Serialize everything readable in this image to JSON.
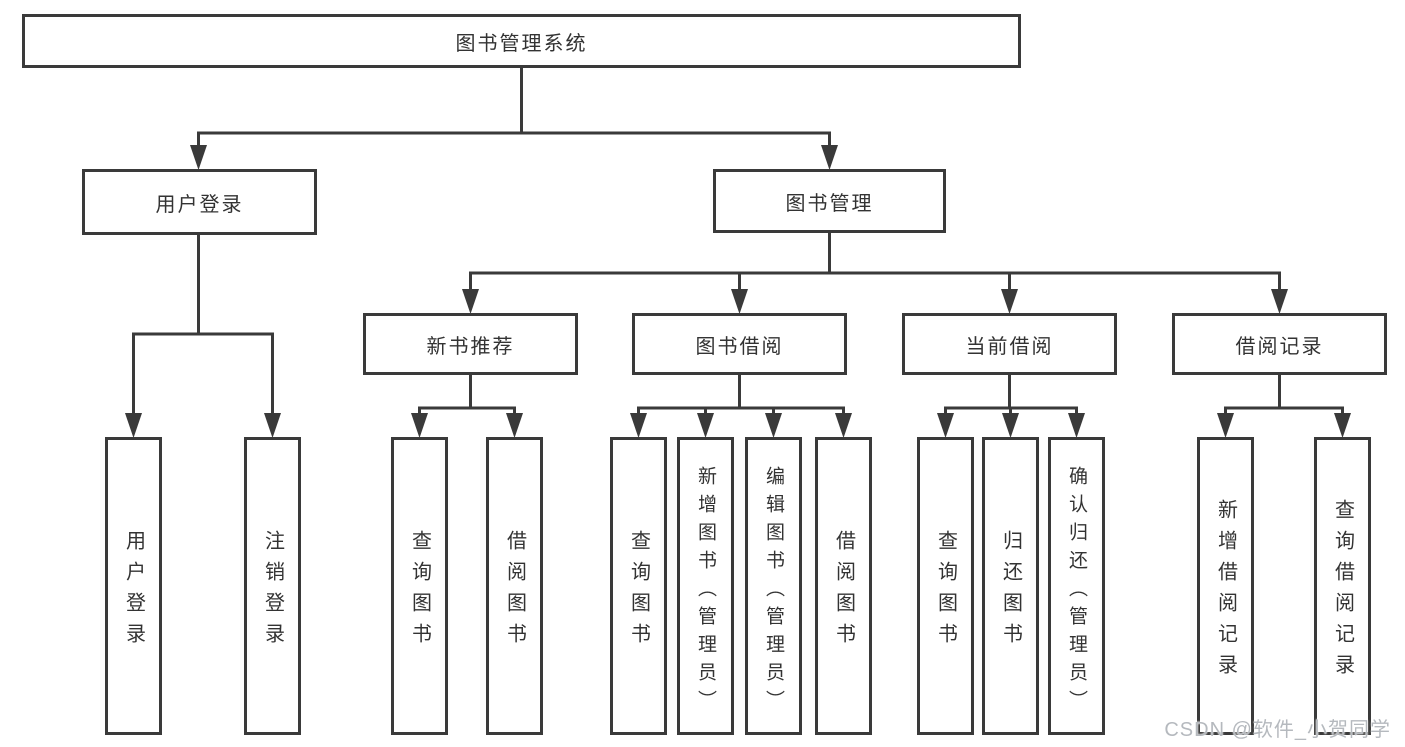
{
  "diagram": {
    "root": "图书管理系统",
    "level2": {
      "user_login": "用户登录",
      "book_management": "图书管理"
    },
    "level3": {
      "new_book_recommend": "新书推荐",
      "book_borrow": "图书借阅",
      "current_borrow": "当前借阅",
      "borrow_records": "借阅记录"
    },
    "leaves": {
      "user_login": "用户登录",
      "logout": "注销登录",
      "query_book_recommend": "查询图书",
      "borrow_book_recommend": "借阅图书",
      "query_book_borrow": "查询图书",
      "add_book": "新增图书（管理员）",
      "edit_book": "编辑图书（管理员）",
      "borrow_book": "借阅图书",
      "query_book_current": "查询图书",
      "return_book": "归还图书",
      "confirm_return": "确认归还（管理员）",
      "add_borrow_record": "新增借阅记录",
      "query_borrow_record": "查询借阅记录"
    }
  },
  "watermark": "CSDN @软件_小贺同学",
  "colors": {
    "line": "#3a3a3a",
    "text": "#333333",
    "watermark": "#b5b9be",
    "background": "#ffffff"
  }
}
